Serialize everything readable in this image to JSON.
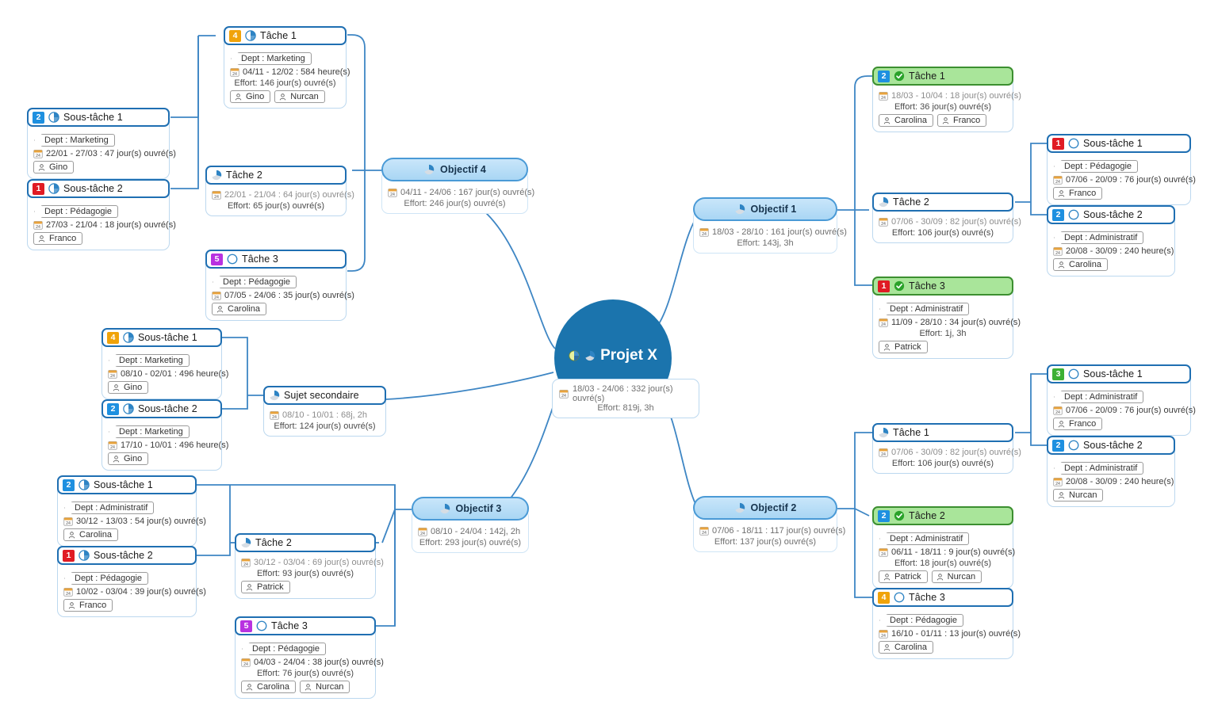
{
  "colors": {
    "accent": "#1b74ad",
    "link": "#3e86c4",
    "node_border": "#1f6fb2",
    "objective_fill": "#b9dff8",
    "done_fill": "#a9e59a",
    "priority_1": "#e01b24",
    "priority_2": "#1e90e0",
    "priority_3": "#3cb034",
    "priority_4": "#f0a30a",
    "priority_5": "#b832e0"
  },
  "central": {
    "title": "Projet X",
    "icons": [
      "pie-chart-icon",
      "lock-pie-icon"
    ],
    "dates": "18/03 - 24/06 : 332 jour(s) ouvré(s)",
    "effort": "Effort: 819j, 3h"
  },
  "objectives": [
    {
      "id": "objectif-4",
      "title": "Objectif 4",
      "icon": "pie-lock-icon",
      "dates": "04/11 - 24/06 : 167 jour(s) ouvré(s)",
      "effort": "Effort: 246 jour(s) ouvré(s)"
    },
    {
      "id": "objectif-1",
      "title": "Objectif 1",
      "icon": "pie-lock-icon",
      "dates": "18/03 - 28/10 : 161 jour(s) ouvré(s)",
      "effort": "Effort: 143j, 3h"
    },
    {
      "id": "objectif-2",
      "title": "Objectif 2",
      "icon": "pie-lock-icon",
      "dates": "07/06 - 18/11 : 117 jour(s) ouvré(s)",
      "effort": "Effort: 137 jour(s) ouvré(s)"
    },
    {
      "id": "objectif-3",
      "title": "Objectif 3",
      "icon": "pie-lock-icon",
      "dates": "08/10 - 24/04 : 142j, 2h",
      "effort": "Effort: 293 jour(s) ouvré(s)"
    }
  ],
  "sujet_secondaire": {
    "title": "Sujet secondaire",
    "icon": "pie-lock-icon",
    "dates": "08/10 - 10/01 : 68j, 2h",
    "effort": "Effort: 124 jour(s) ouvré(s)"
  },
  "nodes": {
    "o4_tache1": {
      "title": "Tâche 1",
      "priority": "4",
      "priority_color": "#f0a30a",
      "status": "pie-quarter-icon",
      "dept": "Dept : Marketing",
      "dates": "04/11 - 12/02 : 584 heure(s)",
      "effort": "Effort: 146 jour(s) ouvré(s)",
      "assignees": [
        "Gino",
        "Nurcan"
      ],
      "done": false
    },
    "o4_t1_sous1": {
      "title": "Sous-tâche 1",
      "priority": "2",
      "priority_color": "#1e90e0",
      "status": "pie-quarter-icon",
      "dept": "Dept : Marketing",
      "dates": "22/01 - 27/03 : 47 jour(s) ouvré(s)",
      "effort": "",
      "assignees": [
        "Gino"
      ],
      "done": false
    },
    "o4_t1_sous2": {
      "title": "Sous-tâche 2",
      "priority": "1",
      "priority_color": "#e01b24",
      "status": "pie-quarter-icon",
      "dept": "Dept : Pédagogie",
      "dates": "27/03 - 21/04 : 18 jour(s) ouvré(s)",
      "effort": "",
      "assignees": [
        "Franco"
      ],
      "done": false
    },
    "o4_tache2": {
      "title": "Tâche 2",
      "priority": "",
      "priority_color": "",
      "status": "pie-lock-icon",
      "dept": "",
      "dates": "22/01 - 21/04 : 64 jour(s) ouvré(s)",
      "effort": "Effort: 65 jour(s) ouvré(s)",
      "assignees": [],
      "done": false
    },
    "o4_tache3": {
      "title": "Tâche 3",
      "priority": "5",
      "priority_color": "#b832e0",
      "status": "circle-empty-icon",
      "dept": "Dept : Pédagogie",
      "dates": "07/05 - 24/06 : 35 jour(s) ouvré(s)",
      "effort": "",
      "assignees": [
        "Carolina"
      ],
      "done": false
    },
    "o1_tache1": {
      "title": "Tâche 1",
      "priority": "2",
      "priority_color": "#1e90e0",
      "status": "check-circle-icon",
      "dept": "",
      "dates": "18/03 - 10/04 : 18 jour(s) ouvré(s)",
      "effort": "Effort: 36 jour(s) ouvré(s)",
      "assignees": [
        "Carolina",
        "Franco"
      ],
      "done": true
    },
    "o1_tache2": {
      "title": "Tâche 2",
      "priority": "",
      "priority_color": "",
      "status": "pie-lock-icon",
      "dept": "",
      "dates": "07/06 - 30/09 : 82 jour(s) ouvré(s)",
      "effort": "Effort: 106 jour(s) ouvré(s)",
      "assignees": [],
      "done": false
    },
    "o1_t2_sous1": {
      "title": "Sous-tâche 1",
      "priority": "1",
      "priority_color": "#e01b24",
      "status": "circle-empty-icon",
      "dept": "Dept : Pédagogie",
      "dates": "07/06 - 20/09 : 76 jour(s) ouvré(s)",
      "effort": "",
      "assignees": [
        "Franco"
      ],
      "done": false
    },
    "o1_t2_sous2": {
      "title": "Sous-tâche 2",
      "priority": "2",
      "priority_color": "#1e90e0",
      "status": "circle-empty-icon",
      "dept": "Dept : Administratif",
      "dates": "20/08 - 30/09 : 240 heure(s)",
      "effort": "",
      "assignees": [
        "Carolina"
      ],
      "done": false
    },
    "o1_tache3": {
      "title": "Tâche 3",
      "priority": "1",
      "priority_color": "#e01b24",
      "status": "check-circle-icon",
      "dept": "Dept : Administratif",
      "dates": "11/09 - 28/10 : 34 jour(s) ouvré(s)",
      "effort": "Effort: 1j, 3h",
      "assignees": [
        "Patrick"
      ],
      "done": true
    },
    "o2_tache1": {
      "title": "Tâche 1",
      "priority": "",
      "priority_color": "",
      "status": "pie-lock-icon",
      "dept": "",
      "dates": "07/06 - 30/09 : 82 jour(s) ouvré(s)",
      "effort": "Effort: 106 jour(s) ouvré(s)",
      "assignees": [],
      "done": false
    },
    "o2_t1_sous1": {
      "title": "Sous-tâche 1",
      "priority": "3",
      "priority_color": "#3cb034",
      "status": "circle-empty-icon",
      "dept": "Dept : Administratif",
      "dates": "07/06 - 20/09 : 76 jour(s) ouvré(s)",
      "effort": "",
      "assignees": [
        "Franco"
      ],
      "done": false
    },
    "o2_t1_sous2": {
      "title": "Sous-tâche 2",
      "priority": "2",
      "priority_color": "#1e90e0",
      "status": "circle-empty-icon",
      "dept": "Dept : Administratif",
      "dates": "20/08 - 30/09 : 240 heure(s)",
      "effort": "",
      "assignees": [
        "Nurcan"
      ],
      "done": false
    },
    "o2_tache2": {
      "title": "Tâche 2",
      "priority": "2",
      "priority_color": "#1e90e0",
      "status": "check-circle-icon",
      "dept": "Dept : Administratif",
      "dates": "06/11 - 18/11 : 9 jour(s) ouvré(s)",
      "effort": "Effort: 18 jour(s) ouvré(s)",
      "assignees": [
        "Patrick",
        "Nurcan"
      ],
      "done": true
    },
    "o2_tache3": {
      "title": "Tâche 3",
      "priority": "4",
      "priority_color": "#f0a30a",
      "status": "circle-empty-icon",
      "dept": "Dept : Pédagogie",
      "dates": "16/10 - 01/11 : 13 jour(s) ouvré(s)",
      "effort": "",
      "assignees": [
        "Carolina"
      ],
      "done": false
    },
    "ss_sous1": {
      "title": "Sous-tâche 1",
      "priority": "4",
      "priority_color": "#f0a30a",
      "status": "pie-quarter-icon",
      "dept": "Dept : Marketing",
      "dates": "08/10 - 02/01 : 496 heure(s)",
      "effort": "",
      "assignees": [
        "Gino"
      ],
      "done": false
    },
    "ss_sous2": {
      "title": "Sous-tâche 2",
      "priority": "2",
      "priority_color": "#1e90e0",
      "status": "pie-quarter-icon",
      "dept": "Dept : Marketing",
      "dates": "17/10 - 10/01 : 496 heure(s)",
      "effort": "",
      "assignees": [
        "Gino"
      ],
      "done": false
    },
    "o3_t2_sous1": {
      "title": "Sous-tâche 1",
      "priority": "2",
      "priority_color": "#1e90e0",
      "status": "pie-quarter-icon",
      "dept": "Dept : Administratif",
      "dates": "30/12 - 13/03 : 54 jour(s) ouvré(s)",
      "effort": "",
      "assignees": [
        "Carolina"
      ],
      "done": false
    },
    "o3_t2_sous2": {
      "title": "Sous-tâche 2",
      "priority": "1",
      "priority_color": "#e01b24",
      "status": "pie-quarter-icon",
      "dept": "Dept : Pédagogie",
      "dates": "10/02 - 03/04 : 39 jour(s) ouvré(s)",
      "effort": "",
      "assignees": [
        "Franco"
      ],
      "done": false
    },
    "o3_tache2": {
      "title": "Tâche 2",
      "priority": "",
      "priority_color": "",
      "status": "pie-lock-icon",
      "dept": "",
      "dates": "30/12 - 03/04 : 69 jour(s) ouvré(s)",
      "effort": "Effort: 93 jour(s) ouvré(s)",
      "assignees": [
        "Patrick"
      ],
      "done": false
    },
    "o3_tache3": {
      "title": "Tâche 3",
      "priority": "5",
      "priority_color": "#b832e0",
      "status": "circle-empty-icon",
      "dept": "Dept : Pédagogie",
      "dates": "04/03 - 24/04 : 38 jour(s) ouvré(s)",
      "effort": "Effort: 76 jour(s) ouvré(s)",
      "assignees": [
        "Carolina",
        "Nurcan"
      ],
      "done": false
    }
  }
}
